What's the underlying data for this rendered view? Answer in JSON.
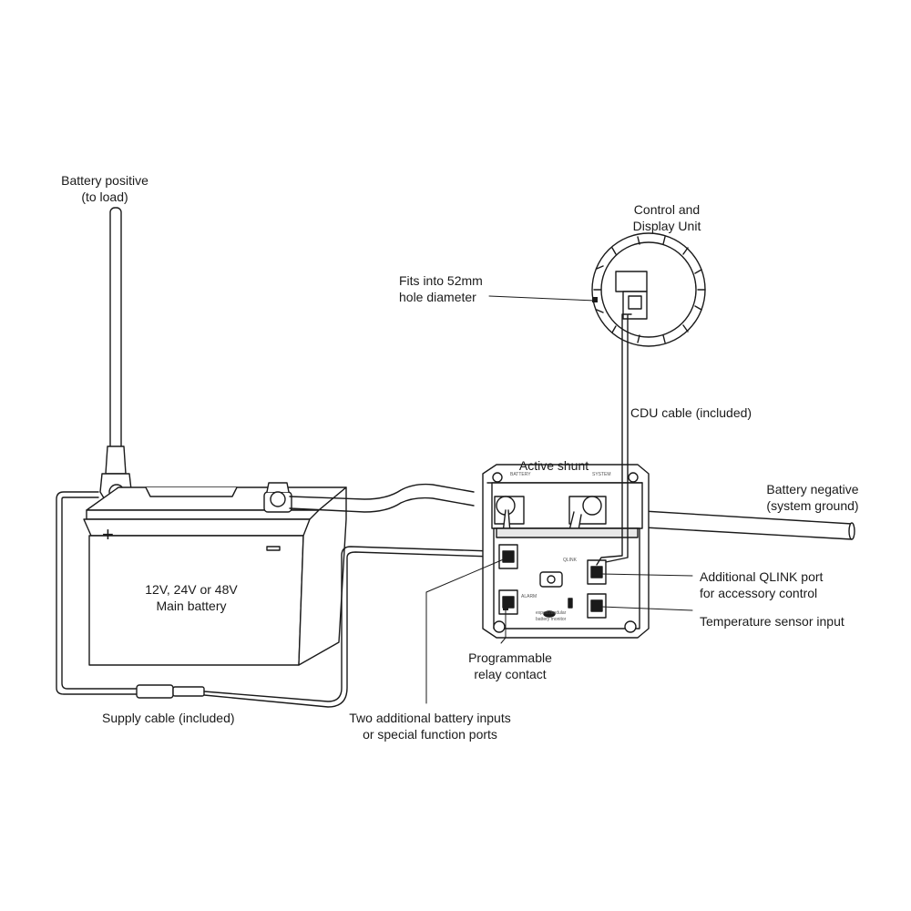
{
  "labels": {
    "battery_positive": "Battery positive\n(to load)",
    "control_display_unit": "Control and\nDisplay Unit",
    "fits_52mm": "Fits into 52mm\nhole diameter",
    "cdu_cable": "CDU cable (included)",
    "active_shunt": "Active shunt",
    "battery_negative": "Battery negative\n(system ground)",
    "main_battery": "12V, 24V or 48V\nMain battery",
    "additional_qlink": "Additional QLINK port\nfor accessory control",
    "temperature_sensor": "Temperature sensor input",
    "programmable_relay": "Programmable\nrelay contact",
    "supply_cable": "Supply cable (included)",
    "two_additional_inputs": "Two additional battery inputs\nor special function ports"
  },
  "battery_terminal_symbols": {
    "plus": "+",
    "minus": "−"
  },
  "shunt_panel": {
    "top_left": "BATTERY",
    "top_right": "SYSTEM",
    "brand_line1": "expert modular",
    "brand_line2": "battery monitor",
    "alarm": "ALARM",
    "qlink": "QLINK"
  },
  "colors": {
    "line": "#1a1a1a",
    "fill": "#ffffff",
    "shade": "#e8e8e8"
  }
}
